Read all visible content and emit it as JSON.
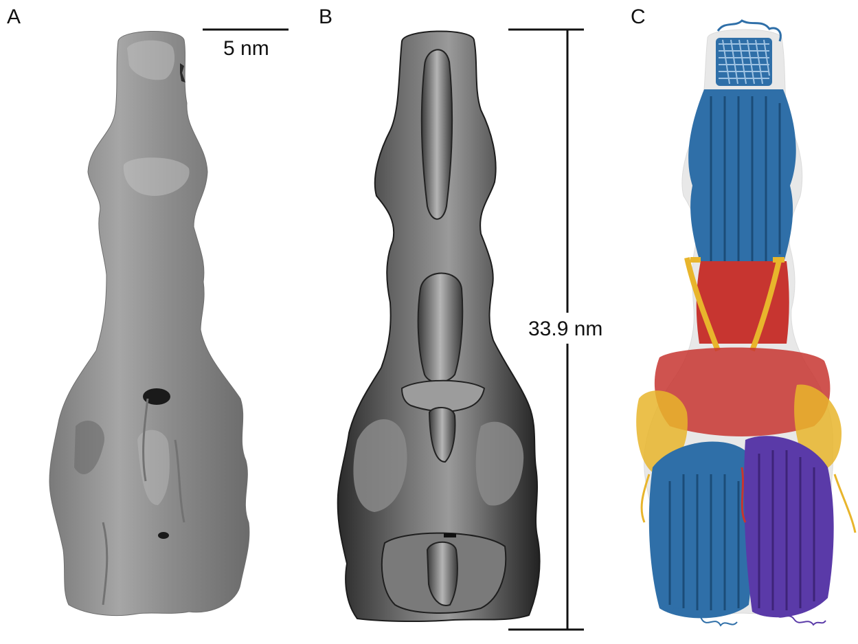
{
  "panels": [
    {
      "label": "A"
    },
    {
      "label": "B"
    },
    {
      "label": "C"
    }
  ],
  "scale_bar": {
    "label": "5 nm"
  },
  "height_bar": {
    "label": "33.9 nm"
  },
  "colors": {
    "surface_light": "#8f8f8f",
    "surface_dark": "#4a4a4a",
    "protein_blue": "#2f6fa8",
    "protein_red": "#c73530",
    "protein_yellow": "#e8b52c",
    "protein_purple": "#5a3aa8",
    "envelope": "#d9d9d9"
  }
}
